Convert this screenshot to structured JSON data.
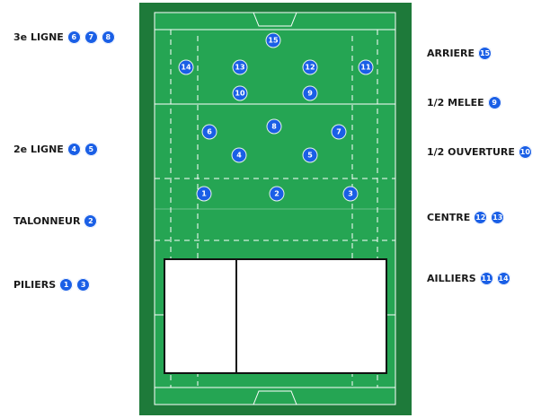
{
  "left_labels": [
    {
      "key": "troisieme_ligne",
      "text": "3e LIGNE",
      "numbers": [
        "6",
        "7",
        "8"
      ]
    },
    {
      "key": "deuxieme_ligne",
      "text": "2e LIGNE",
      "numbers": [
        "4",
        "5"
      ]
    },
    {
      "key": "talonneur",
      "text": "TALONNEUR",
      "numbers": [
        "2"
      ]
    },
    {
      "key": "piliers",
      "text": "PILIERS",
      "numbers": [
        "1",
        "3"
      ]
    }
  ],
  "right_labels": [
    {
      "key": "arriere",
      "text": "ARRIERE",
      "numbers": [
        "15"
      ]
    },
    {
      "key": "demi_melee",
      "text": "1/2 MELEE",
      "numbers": [
        "9"
      ]
    },
    {
      "key": "demi_ouverture",
      "text": "1/2 OUVERTURE",
      "numbers": [
        "10"
      ]
    },
    {
      "key": "centre",
      "text": "CENTRE",
      "numbers": [
        "12",
        "13"
      ]
    },
    {
      "key": "ailliers",
      "text": "AILLIERS",
      "numbers": [
        "11",
        "14"
      ]
    }
  ],
  "players": [
    "15",
    "14",
    "13",
    "12",
    "11",
    "10",
    "9",
    "8",
    "6",
    "7",
    "4",
    "5",
    "1",
    "2",
    "3"
  ],
  "colors": {
    "field_outer": "#1e7a3a",
    "field_inner": "#25a553",
    "lines": "#ffffff",
    "badge": "#1a5fe6"
  }
}
